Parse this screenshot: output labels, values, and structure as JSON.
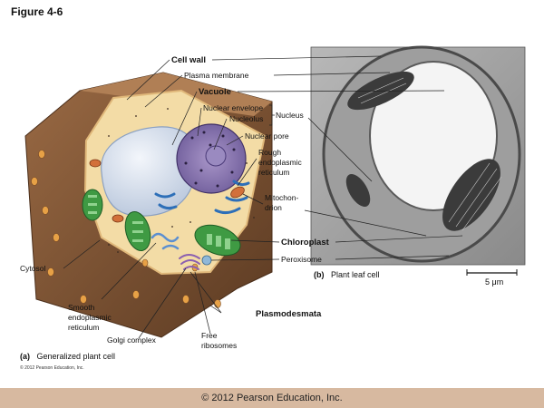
{
  "figure_title": "Figure 4-6",
  "labels": {
    "cell_wall": "Cell wall",
    "plasma_membrane": "Plasma membrane",
    "vacuole": "Vacuole",
    "nuclear_envelope": "Nuclear envelope",
    "nucleolus": "Nucleolus",
    "nucleus": "Nucleus",
    "nuclear_pore": "Nuclear pore",
    "rough_er": [
      "Rough",
      "endoplasmic",
      "reticulum"
    ],
    "mitochondrion": [
      "Mitochon-",
      "drion"
    ],
    "chloroplast": "Chloroplast",
    "peroxisome": "Peroxisome",
    "cytosol": "Cytosol",
    "smooth_er": [
      "Smooth",
      "endoplasmic",
      "reticulum"
    ],
    "golgi": "Golgi complex",
    "free_ribosomes": [
      "Free",
      "ribosomes"
    ],
    "plasmodesmata": "Plasmodesmata"
  },
  "caption_a": {
    "letter": "(a)",
    "text": "Generalized plant cell"
  },
  "caption_b": {
    "letter": "(b)",
    "text": "Plant leaf cell"
  },
  "scale_bar": "5 μm",
  "small_copyright": "© 2012 Pearson Education, Inc.",
  "footer": "© 2012 Pearson Education, Inc."
}
